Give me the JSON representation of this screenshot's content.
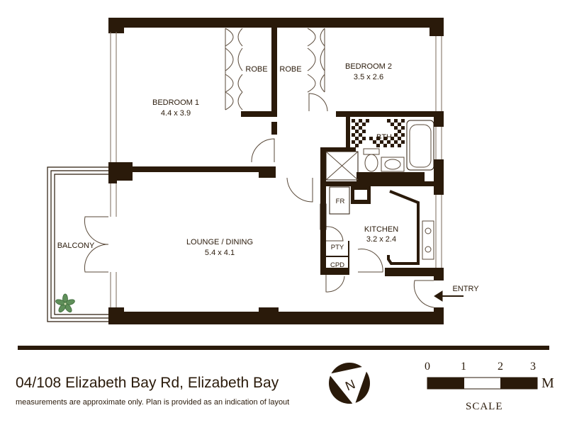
{
  "plan": {
    "rooms": {
      "bedroom1": {
        "name": "BEDROOM 1",
        "dims": "4.4 x 3.9"
      },
      "bedroom2": {
        "name": "BEDROOM 2",
        "dims": "3.5 x 2.6"
      },
      "robe1": {
        "name": "ROBE"
      },
      "robe2": {
        "name": "ROBE"
      },
      "bath": {
        "name": "BTH"
      },
      "lounge": {
        "name": "LOUNGE / DINING",
        "dims": "5.4 x 4.1"
      },
      "kitchen": {
        "name": "KITCHEN",
        "dims": "3.2 x 2.4"
      },
      "balcony": {
        "name": "BALCONY"
      },
      "fridge": {
        "name": "FR"
      },
      "pantry": {
        "name": "PTY"
      },
      "cupboard": {
        "name": "CPD"
      }
    },
    "entry_label": "ENTRY",
    "compass_letter": "N"
  },
  "footer": {
    "address": "04/108 Elizabeth Bay Rd, Elizabeth Bay",
    "disclaimer": "measurements are approximate only. Plan is provided as an indication of layout"
  },
  "scale": {
    "ticks": [
      "0",
      "1",
      "2",
      "3"
    ],
    "unit": "M",
    "label": "SCALE"
  },
  "colors": {
    "wall": "#2a1a0a",
    "line": "#5a4a3a",
    "plant": "#5f8f5a"
  }
}
